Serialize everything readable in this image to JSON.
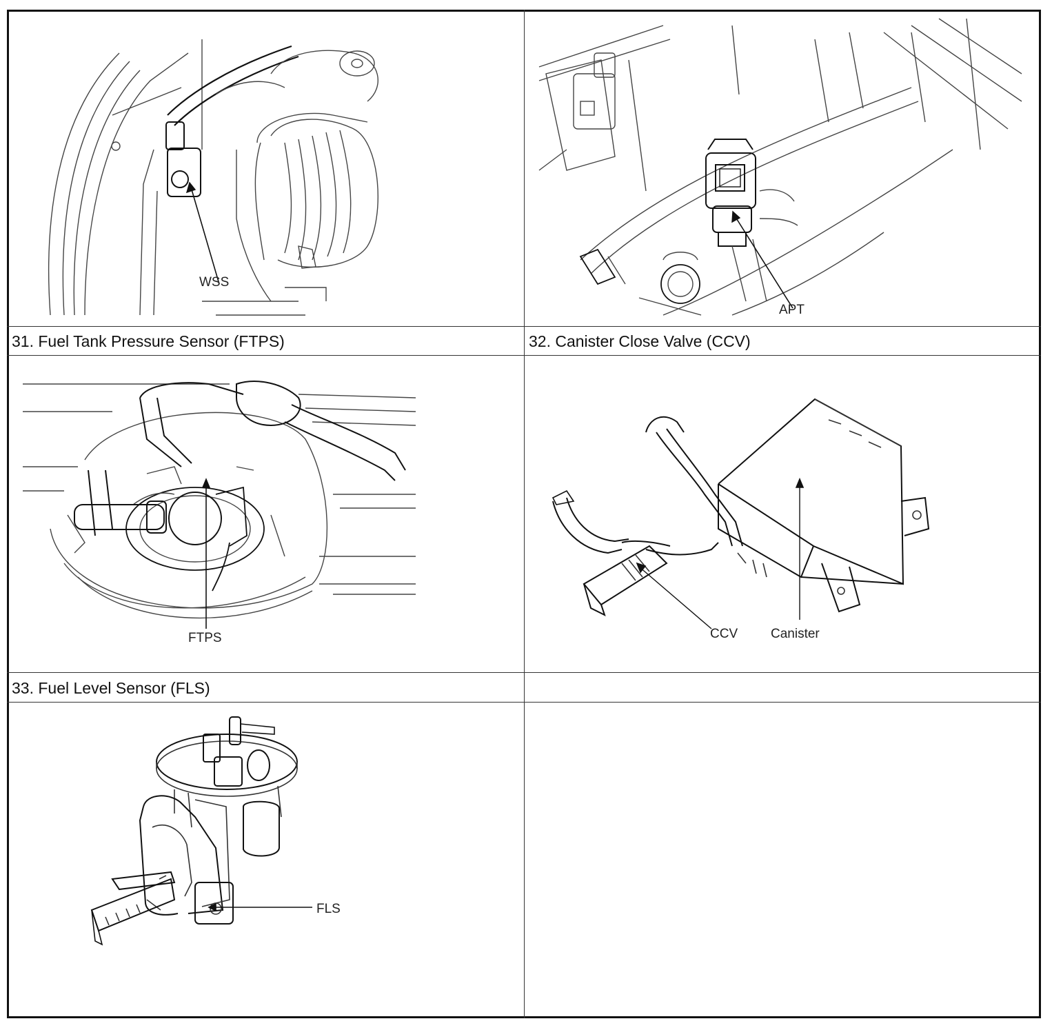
{
  "captions": {
    "c31": "31. Fuel Tank Pressure Sensor (FTPS)",
    "c32": "32. Canister Close Valve (CCV)",
    "c33": "33. Fuel Level Sensor (FLS)",
    "c34": ""
  },
  "labels": {
    "wss": "WSS",
    "apt": "APT",
    "ftps": "FTPS",
    "ccv": "CCV",
    "canister": "Canister",
    "fls": "FLS"
  }
}
